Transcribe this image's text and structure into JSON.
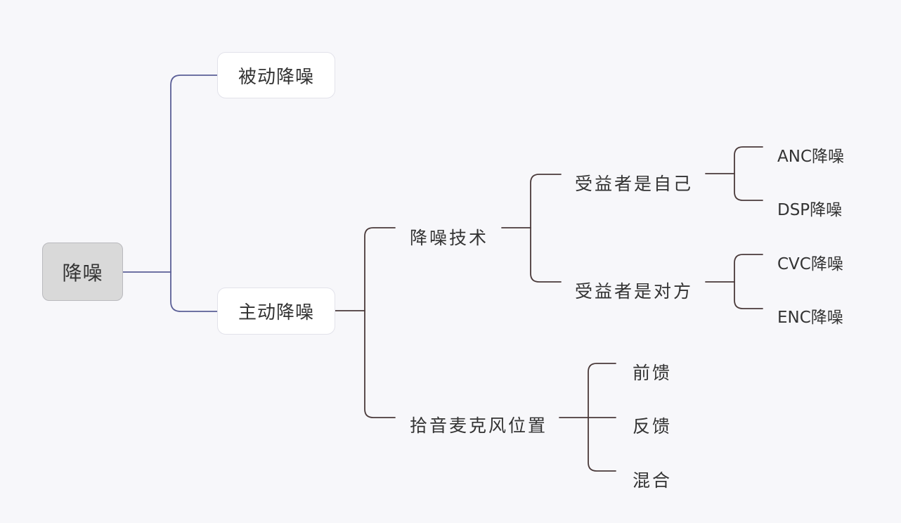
{
  "colors": {
    "background": "#f7f7fa",
    "edge_level1": "#5b5f97",
    "edge_other": "#4a3a3a",
    "root_fill": "#d9d9d9",
    "box_fill": "#ffffff",
    "text": "#333333"
  },
  "root": {
    "label": "降噪"
  },
  "passive": {
    "label": "被动降噪"
  },
  "active": {
    "label": "主动降噪"
  },
  "tech": {
    "label": "降噪技术"
  },
  "mic": {
    "label": "拾音麦克风位置"
  },
  "self": {
    "label": "受益者是自己"
  },
  "other": {
    "label": "受益者是对方"
  },
  "anc": {
    "label": "ANC降噪"
  },
  "dsp": {
    "label": "DSP降噪"
  },
  "cvc": {
    "label": "CVC降噪"
  },
  "enc": {
    "label": "ENC降噪"
  },
  "feedforward": {
    "label": "前馈"
  },
  "feedback": {
    "label": "反馈"
  },
  "hybrid": {
    "label": "混合"
  }
}
